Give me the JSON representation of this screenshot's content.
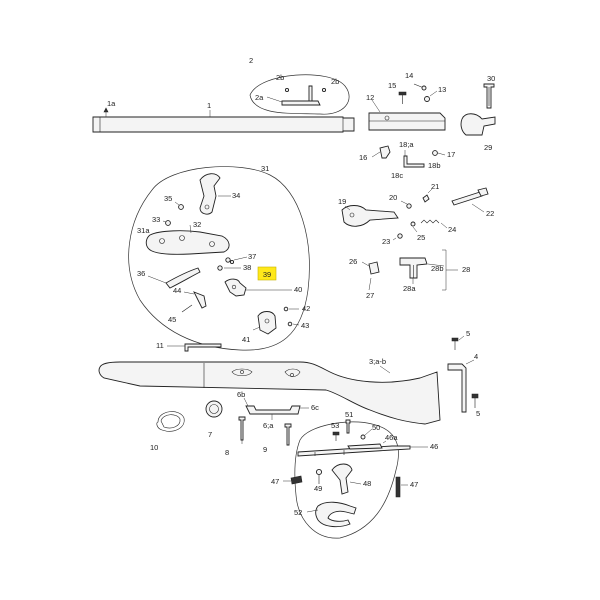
{
  "highlight_color": "#ffe81a",
  "highlight_label": "39",
  "labels": {
    "l1a": "1a",
    "l1": "1",
    "l2": "2",
    "l2b_left": "2b",
    "l2b_right": "2b",
    "l2a": "2a",
    "l12": "12",
    "l14": "14",
    "l15": "15",
    "l13": "13",
    "l30": "30",
    "l29": "29",
    "l16": "16",
    "l18a": "18;a",
    "l18b": "18b",
    "l18c": "18c",
    "l17": "17",
    "l31": "31",
    "l34": "34",
    "l35": "35",
    "l33": "33",
    "l32": "32",
    "l31a": "31a",
    "l37": "37",
    "l38": "38",
    "l39": "39",
    "l36": "36",
    "l40": "40",
    "l44": "44",
    "l42": "42",
    "l45": "45",
    "l43": "43",
    "l41": "41",
    "l19": "19",
    "l20": "20",
    "l21": "21",
    "l22": "22",
    "l25": "25",
    "l24": "24",
    "l23": "23",
    "l26": "26",
    "l28b": "28b",
    "l28": "28",
    "l27": "27",
    "l28a": "28a",
    "l11": "11",
    "l3ab": "3;a-b",
    "l5_top": "5",
    "l4": "4",
    "l5_bottom": "5",
    "l6b": "6b",
    "l6c": "6c",
    "l6a": "6;a",
    "l7": "7",
    "l10": "10",
    "l8": "8",
    "l9": "9",
    "l51": "51",
    "l53": "53",
    "l50": "50",
    "l46a": "46a",
    "l46": "46",
    "l47_left": "47",
    "l49": "49",
    "l48": "48",
    "l47_right": "47",
    "l52": "52"
  }
}
